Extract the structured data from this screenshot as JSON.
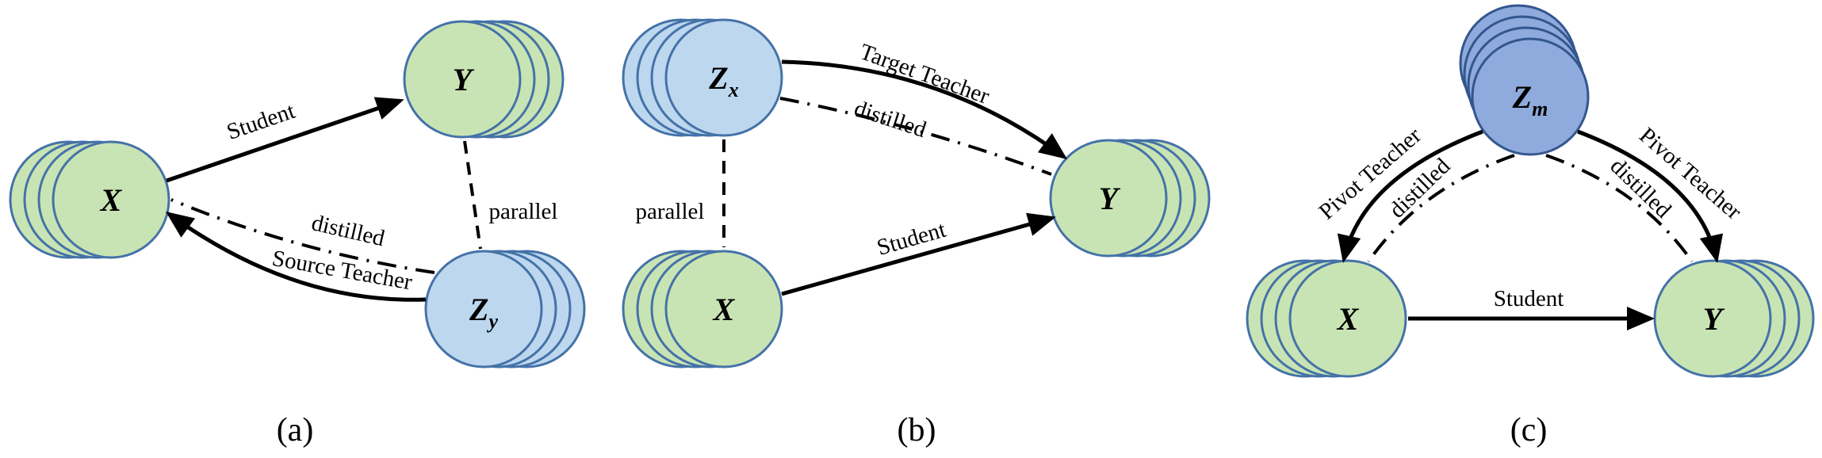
{
  "colors": {
    "node_green": "#c9e4b4",
    "node_light_blue": "#bdd7ee",
    "node_dark_blue": "#8faadc",
    "node_outline": "#4472a8",
    "node_dark_outline": "#33568e",
    "line": "#000000",
    "text": "#000000",
    "background": "#ffffff"
  },
  "figure": {
    "type": "diagram",
    "panels": [
      {
        "caption": "(a)",
        "nodes": {
          "x": {
            "label": "X",
            "sub": "",
            "fill": "green"
          },
          "y": {
            "label": "Y",
            "sub": "",
            "fill": "green"
          },
          "zy": {
            "label": "Z",
            "sub": "y",
            "fill": "light-blue"
          }
        },
        "edges": {
          "student": {
            "label": "Student",
            "style": "solid-arrow",
            "from": "X",
            "to": "Y"
          },
          "distilled": {
            "label": "distilled",
            "style": "dash-dot",
            "from": "Zy",
            "to": "X"
          },
          "source_teacher": {
            "label": "Source Teacher",
            "style": "solid-arrow",
            "from": "Zy",
            "to": "X"
          },
          "parallel": {
            "label": "parallel",
            "style": "dashed",
            "from": "Y",
            "to": "Zy"
          }
        }
      },
      {
        "caption": "(b)",
        "nodes": {
          "zx": {
            "label": "Z",
            "sub": "x",
            "fill": "light-blue"
          },
          "x": {
            "label": "X",
            "sub": "",
            "fill": "green"
          },
          "y": {
            "label": "Y",
            "sub": "",
            "fill": "green"
          }
        },
        "edges": {
          "target_teacher": {
            "label": "Target Teacher",
            "style": "solid-arrow",
            "from": "Zx",
            "to": "Y"
          },
          "distilled": {
            "label": "distilled",
            "style": "dash-dot",
            "from": "Zx",
            "to": "Y"
          },
          "student": {
            "label": "Student",
            "style": "solid-arrow",
            "from": "X",
            "to": "Y"
          },
          "parallel": {
            "label": "parallel",
            "style": "dashed",
            "from": "Zx",
            "to": "X"
          }
        }
      },
      {
        "caption": "(c)",
        "nodes": {
          "zm": {
            "label": "Z",
            "sub": "m",
            "fill": "dark-blue"
          },
          "x": {
            "label": "X",
            "sub": "",
            "fill": "green"
          },
          "y": {
            "label": "Y",
            "sub": "",
            "fill": "green"
          }
        },
        "edges": {
          "pivot_teacher_left": {
            "label": "Pivot Teacher",
            "style": "solid-arrow",
            "from": "Zm",
            "to": "X"
          },
          "distilled_left": {
            "label": "distilled",
            "style": "dash-dot",
            "from": "Zm",
            "to": "X"
          },
          "pivot_teacher_right": {
            "label": "Pivot Teacher",
            "style": "solid-arrow",
            "from": "Zm",
            "to": "Y"
          },
          "distilled_right": {
            "label": "distilled",
            "style": "dash-dot",
            "from": "Zm",
            "to": "Y"
          },
          "student": {
            "label": "Student",
            "style": "solid-arrow",
            "from": "X",
            "to": "Y"
          }
        }
      }
    ]
  }
}
